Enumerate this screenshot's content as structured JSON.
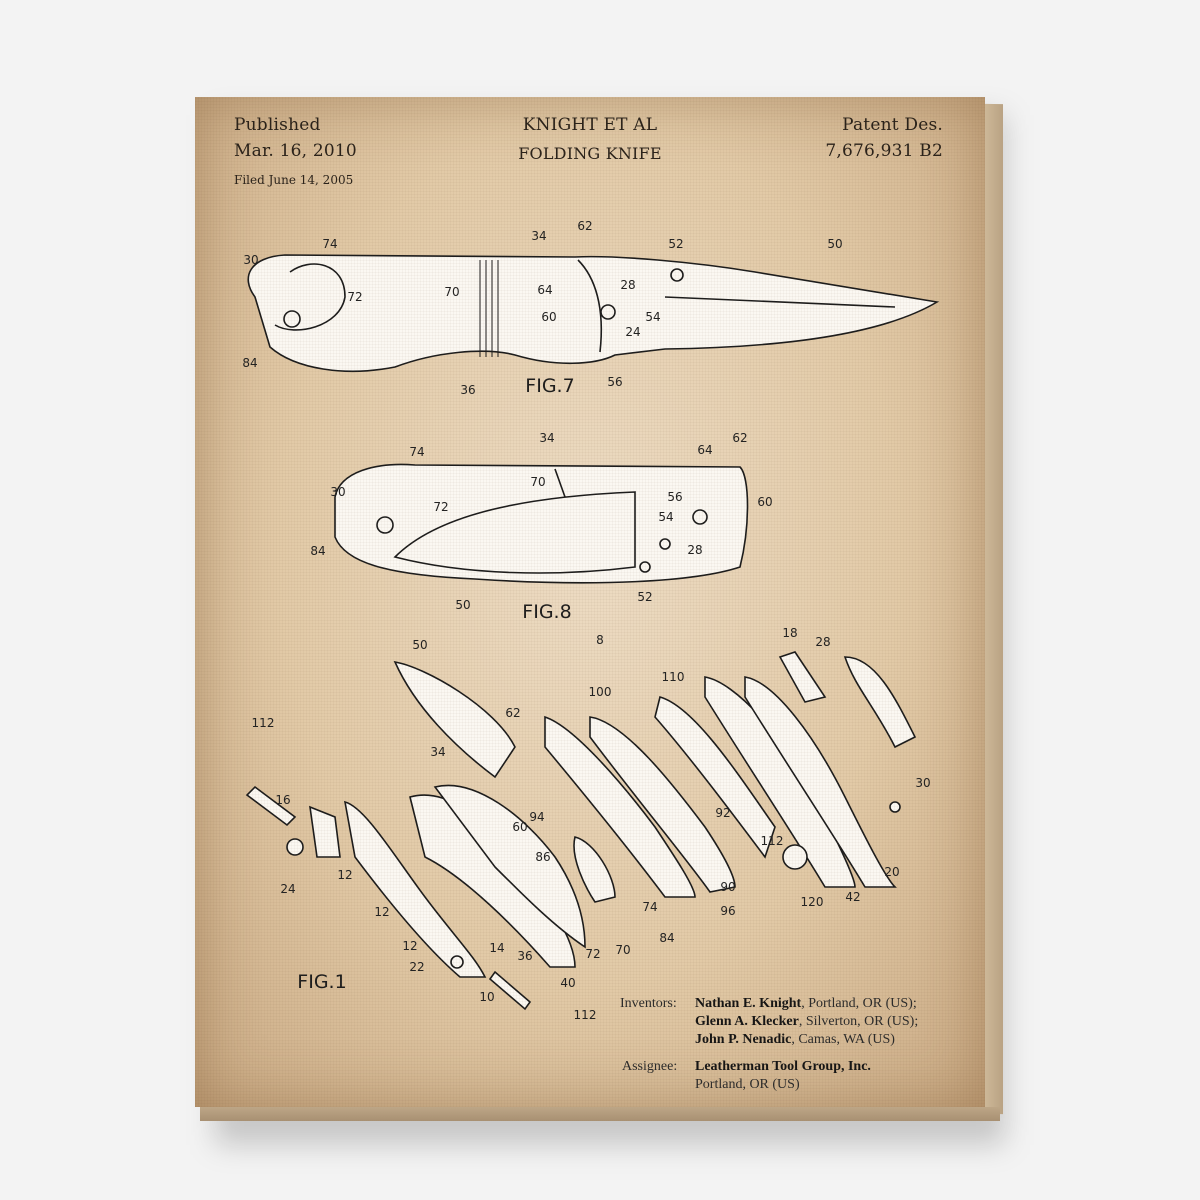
{
  "header": {
    "published_label": "Published",
    "published_date": "Mar. 16, 2010",
    "filed": "Filed June 14, 2005",
    "inventor_short": "KNIGHT ET AL",
    "title": "FOLDING KNIFE",
    "patent_label": "Patent Des.",
    "patent_number": "7,676,931 B2"
  },
  "figures": {
    "fig7": "FIG.7",
    "fig8": "FIG.8",
    "fig1": "FIG.1"
  },
  "labels": [
    "74",
    "30",
    "72",
    "70",
    "34",
    "62",
    "52",
    "50",
    "64",
    "28",
    "60",
    "54",
    "24",
    "84",
    "36",
    "56",
    "34",
    "74",
    "64",
    "62",
    "30",
    "70",
    "72",
    "56",
    "60",
    "54",
    "28",
    "84",
    "50",
    "52",
    "50",
    "8",
    "18",
    "28",
    "110",
    "100",
    "62",
    "112",
    "34",
    "16",
    "60",
    "94",
    "92",
    "112",
    "30",
    "24",
    "12",
    "86",
    "90",
    "96",
    "12",
    "74",
    "84",
    "120",
    "42",
    "20",
    "72",
    "70",
    "12",
    "14",
    "36",
    "40",
    "22",
    "10",
    "112"
  ],
  "inventors": {
    "label": "Inventors:",
    "people": [
      {
        "name": "Nathan E. Knight",
        "place": ", Portland, OR (US);"
      },
      {
        "name": "Glenn A. Klecker",
        "place": ", Silverton, OR (US);"
      },
      {
        "name": "John P. Nenadic",
        "place": ", Camas, WA (US)"
      }
    ]
  },
  "assignee": {
    "label": "Assignee:",
    "name": "Leatherman Tool Group, Inc.",
    "place": "Portland, OR (US)"
  }
}
